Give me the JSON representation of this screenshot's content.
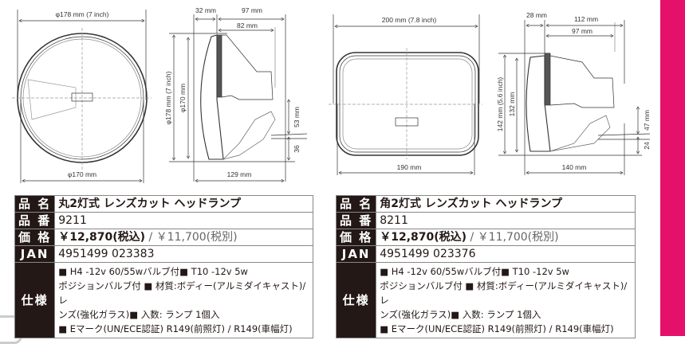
{
  "colors": {
    "accent_bar": "#e5106a",
    "label_bg": "#231815"
  },
  "round": {
    "front": {
      "outer_dia": "φ178 mm (7 inch)",
      "inner_dia": "φ170 mm"
    },
    "side": {
      "d32": "32 mm",
      "d97": "97 mm",
      "d82": "82 mm",
      "h178": "φ178 mm (7 inch)",
      "h170": "φ170 mm",
      "d53": "53 mm",
      "d36": "36",
      "d129": "129 mm"
    },
    "table": {
      "name_label": "品 名",
      "name": "丸2灯式 レンズカット ヘッドランプ",
      "number_label": "品 番",
      "number": "9211",
      "price_label": "価 格",
      "price_incl": "￥12,870(税込)",
      "price_sep": "/",
      "price_excl": "￥11,700(税別)",
      "jan_label": "JAN",
      "jan": "4951499 023383",
      "spec_label": "仕様",
      "spec_lines": [
        "■ H4 -12v 60/55wバルブ付■ T10 -12v 5w",
        "ポジションバルブ付 ■ 材質:ボディー(アルミダイキャスト)/レ",
        "ンズ(強化ガラス)■ 入数: ランプ 1個入",
        "■ Eマーク(UN/ECE認証) R149(前照灯) / R149(車幅灯)"
      ]
    }
  },
  "square": {
    "front": {
      "outer_w": "200 mm (7.8 inch)",
      "inner_w": "190 mm"
    },
    "side": {
      "d28": "28 mm",
      "d112": "112 mm",
      "d97": "97 mm",
      "h142": "142 mm (5.6 inch)",
      "h132": "132 mm",
      "d47": "47 mm",
      "d24": "24",
      "d140": "140 mm"
    },
    "table": {
      "name_label": "品 名",
      "name": "角2灯式 レンズカット ヘッドランプ",
      "number_label": "品 番",
      "number": "8211",
      "price_label": "価 格",
      "price_incl": "￥12,870(税込)",
      "price_sep": "/",
      "price_excl": "￥11,700(税別)",
      "jan_label": "JAN",
      "jan": "4951499 023376",
      "spec_label": "仕様",
      "spec_lines": [
        "■ H4 -12v 60/55wバルブ付■ T10 -12v 5w",
        "ポジションバルブ付 ■ 材質:ボディー(アルミダイキャスト)/レ",
        "ンズ(強化ガラス)■ 入数: ランプ 1個入",
        "■ Eマーク(UN/ECE認証) R149(前照灯) / R149(車幅灯)"
      ]
    }
  }
}
